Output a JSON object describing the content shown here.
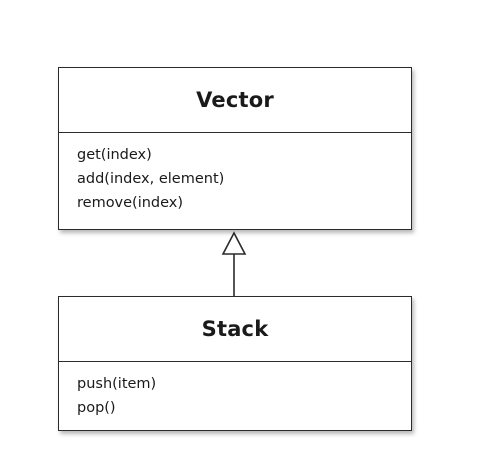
{
  "diagram": {
    "classes": [
      {
        "name": "Vector",
        "methods": [
          "get(index)",
          "add(index, element)",
          "remove(index)"
        ]
      },
      {
        "name": "Stack",
        "methods": [
          "push(item)",
          "pop()"
        ]
      }
    ],
    "relationships": [
      {
        "type": "inheritance",
        "from": "Stack",
        "to": "Vector"
      }
    ],
    "colors": {
      "line": "#2b2b2b",
      "background": "#ffffff"
    }
  }
}
